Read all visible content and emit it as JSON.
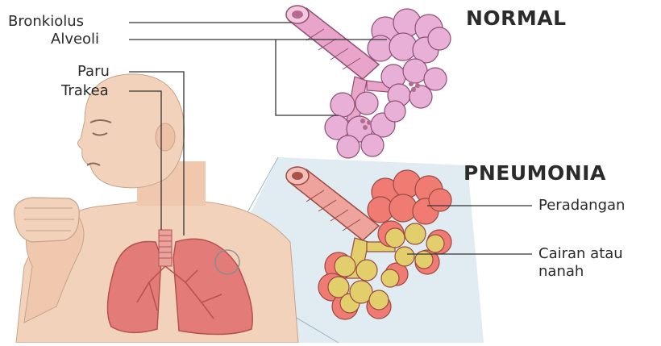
{
  "labels": {
    "bronkiolus": "Bronkiolus",
    "alveoli": "Alveoli",
    "paru": "Paru",
    "trakea": "Trakea",
    "normal": "NORMAL",
    "pneumonia": "PNEUMONIA",
    "peradangan": "Peradangan",
    "cairan_line1": "Cairan atau",
    "cairan_line2": "nanah"
  },
  "colors": {
    "skin": "#f3d2bb",
    "lung": "#e37b78",
    "normal_alveoli": "#e8b0d6",
    "normal_bronchiole": "#e8a5c9",
    "inflamed_alveoli": "#ef7b72",
    "fluid": "#e2cf6c",
    "zoom_panel": "#d7e6ec",
    "line": "#333333"
  }
}
